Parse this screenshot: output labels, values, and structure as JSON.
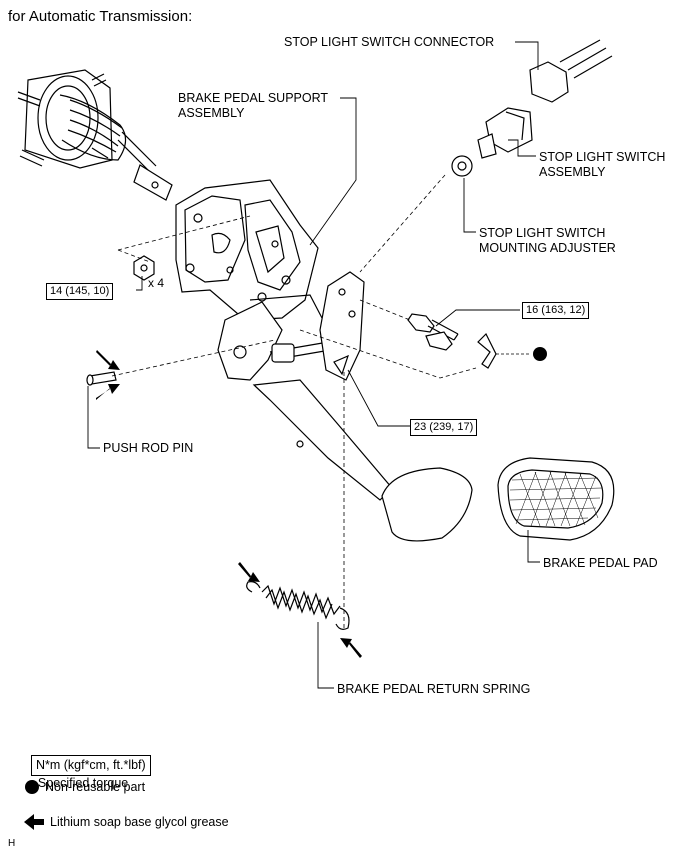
{
  "title": "for Automatic Transmission:",
  "labels": {
    "stop_light_switch_connector": "STOP LIGHT SWITCH CONNECTOR",
    "brake_pedal_support_assembly": "BRAKE PEDAL SUPPORT\nASSEMBLY",
    "stop_light_switch_assembly": "STOP LIGHT SWITCH\nASSEMBLY",
    "stop_light_switch_mounting_adjuster": "STOP LIGHT SWITCH\nMOUNTING ADJUSTER",
    "push_rod_pin": "PUSH ROD PIN",
    "brake_pedal_pad": "BRAKE PEDAL PAD",
    "brake_pedal_return_spring": "BRAKE PEDAL RETURN SPRING"
  },
  "torques": {
    "nut": "14 (145, 10)",
    "bolt": "16 (163, 12)",
    "pivot": "23 (239, 17)"
  },
  "quantity": "x 4",
  "legend": {
    "torque_box": "N*m (kgf*cm, ft.*lbf)",
    "torque_text": ": Specified torque",
    "non_reusable": "Non-reusable part",
    "grease": "Lithium soap base glycol grease"
  },
  "corner_mark": "H"
}
